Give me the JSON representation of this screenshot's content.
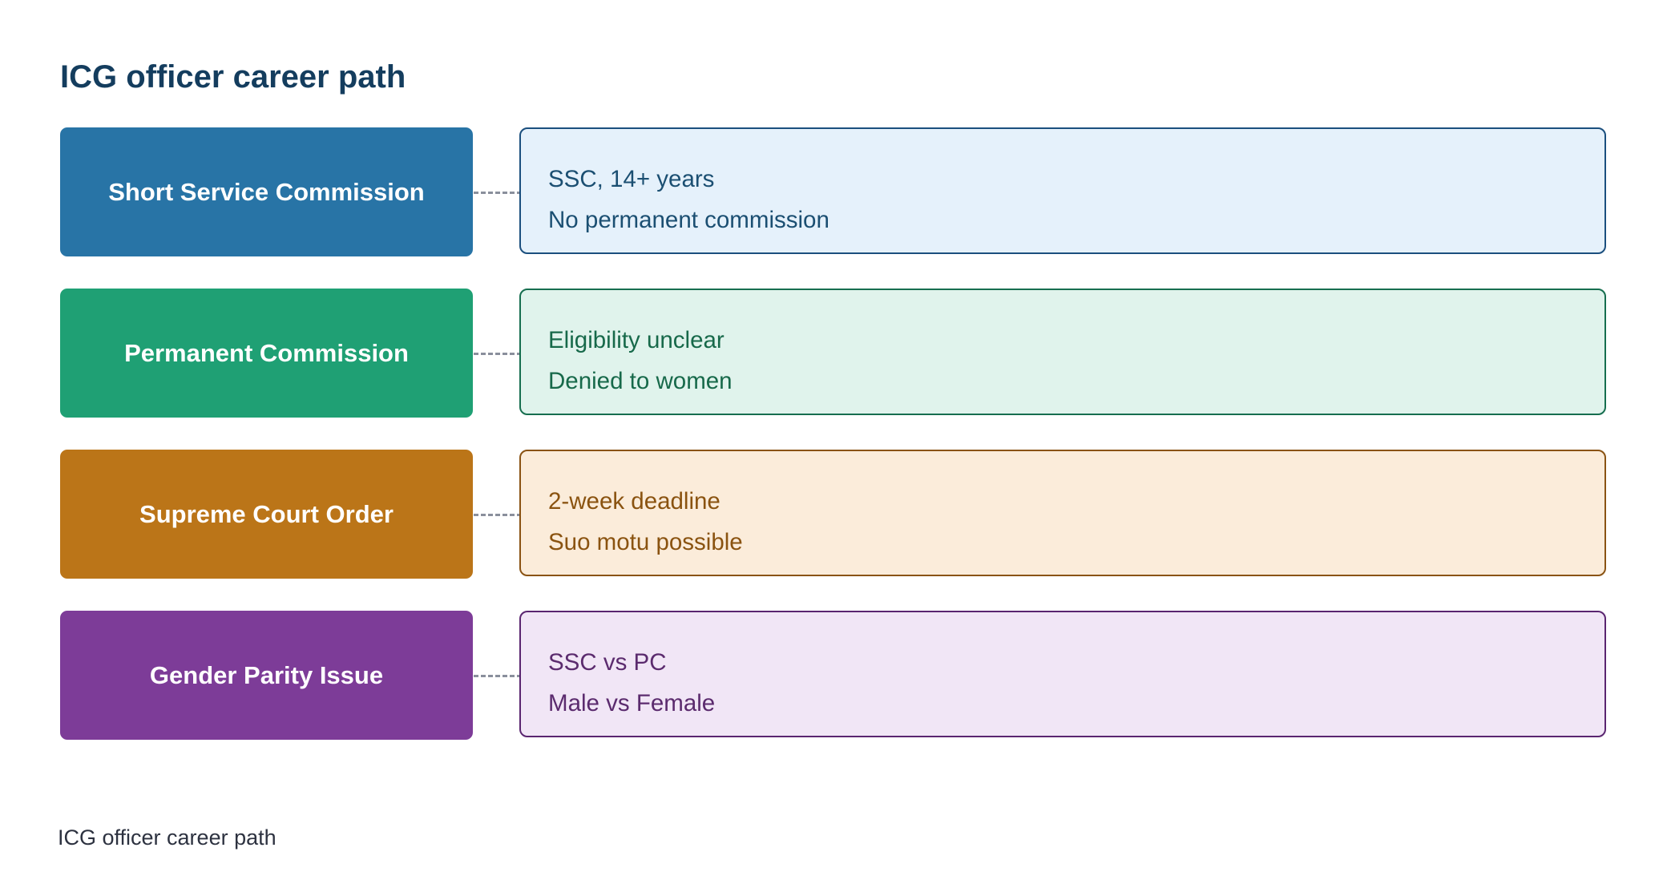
{
  "title": "ICG officer career path",
  "caption": "ICG officer career path",
  "rows": [
    {
      "label": "Short Service Commission",
      "details": [
        "SSC, 14+ years",
        "No permanent commission"
      ],
      "colors": {
        "label_bg": "#2874a6",
        "detail_bg": "#e5f1fb",
        "detail_border": "#1b4f7e",
        "detail_text": "#1b4f72"
      }
    },
    {
      "label": "Permanent Commission",
      "details": [
        "Eligibility unclear",
        "Denied to women"
      ],
      "colors": {
        "label_bg": "#1fa074",
        "detail_bg": "#e0f3ec",
        "detail_border": "#166e4f",
        "detail_text": "#17694a"
      }
    },
    {
      "label": "Supreme Court Order",
      "details": [
        "2-week deadline",
        "Suo motu possible"
      ],
      "colors": {
        "label_bg": "#bb7518",
        "detail_bg": "#fbecda",
        "detail_border": "#8a5313",
        "detail_text": "#8a5310"
      }
    },
    {
      "label": "Gender Parity Issue",
      "details": [
        "SSC vs PC",
        "Male vs Female"
      ],
      "colors": {
        "label_bg": "#7d3c98",
        "detail_bg": "#f1e6f6",
        "detail_border": "#5a2570",
        "detail_text": "#5b2b6e"
      }
    }
  ]
}
